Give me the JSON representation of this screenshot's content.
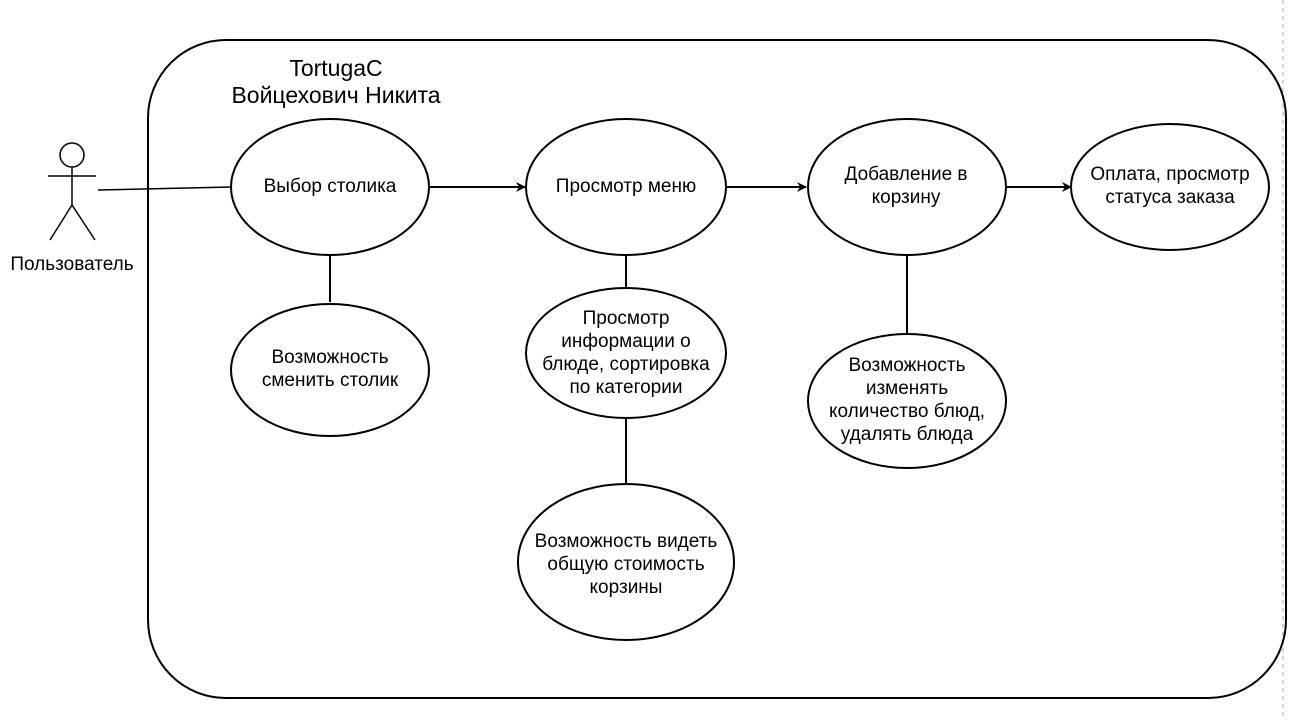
{
  "system": {
    "title_line1": "TortugaC",
    "title_line2": "Войцехович Никита"
  },
  "actor": {
    "label": "Пользователь"
  },
  "usecases": {
    "select_table": "Выбор столика",
    "view_menu": "Просмотр меню",
    "add_to_cart": "Добавление в\nкорзину",
    "pay_status": "Оплата, просмотр\nстатуса заказа",
    "change_table": "Возможность\nсменить столик",
    "dish_info": "Просмотр\nинформации о\nблюде, сортировка\nпо категории",
    "cart_total": "Возможность видеть\nобщую стоимость\nкорзины",
    "edit_quantity": "Возможность\nизменять\nколичество блюд,\nудалять блюда"
  }
}
